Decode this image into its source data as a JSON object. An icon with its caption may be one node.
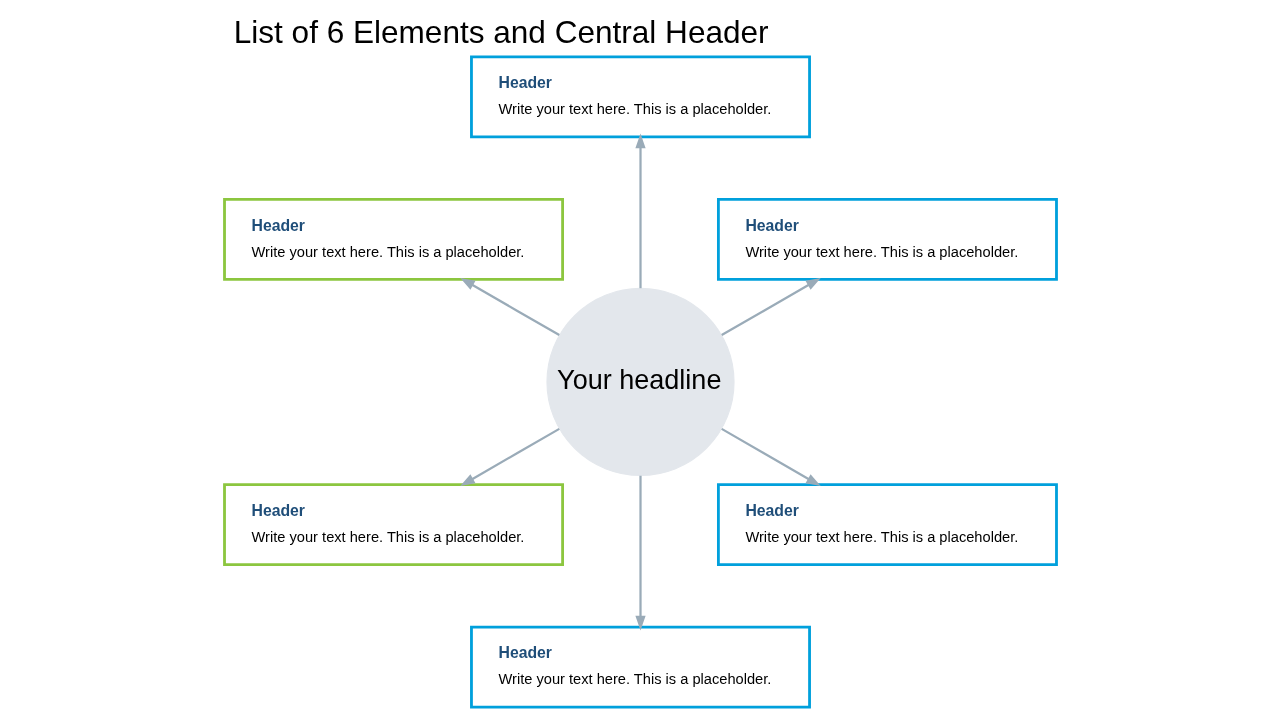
{
  "diagram": {
    "title": "List of 6 Elements and Central Header",
    "nodes": [
      {
        "text": [
          "Your headline"
        ]
      },
      {
        "text": [
          "Header",
          "Write your text here. This is a placeholder."
        ]
      },
      {
        "text": [
          "Header",
          "Write your text here. This is a placeholder."
        ]
      },
      {
        "text": [
          "Header",
          "Write your text here. This is a placeholder."
        ]
      },
      {
        "text": [
          "Header",
          "Write your text here. This is a placeholder."
        ]
      },
      {
        "text": [
          "Header",
          "Write your text here. This is a placeholder."
        ]
      },
      {
        "text": [
          "Header",
          "Write your text here. This is a placeholder."
        ]
      }
    ],
    "edges": [
      {
        "from": 0,
        "to": 1,
        "arrow": "to"
      },
      {
        "from": 0,
        "to": 2,
        "arrow": "to"
      },
      {
        "from": 0,
        "to": 3,
        "arrow": "to"
      },
      {
        "from": 0,
        "to": 4,
        "arrow": "to"
      },
      {
        "from": 0,
        "to": 5,
        "arrow": "to"
      },
      {
        "from": 0,
        "to": 6,
        "arrow": "to"
      }
    ]
  }
}
